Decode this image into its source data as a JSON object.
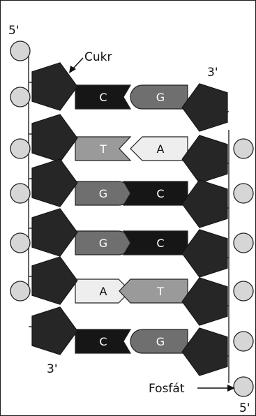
{
  "labels": {
    "left_top_end": "5'",
    "left_bottom_end": "3'",
    "right_top_end": "3'",
    "right_bottom_end": "5'",
    "sugar": "Cukr",
    "phosphate": "Fosfát"
  },
  "pairs": [
    {
      "left": "C",
      "right": "G"
    },
    {
      "left": "T",
      "right": "A"
    },
    {
      "left": "G",
      "right": "C"
    },
    {
      "left": "G",
      "right": "C"
    },
    {
      "left": "A",
      "right": "T"
    },
    {
      "left": "C",
      "right": "G"
    }
  ],
  "base_colors": {
    "C": "#161616",
    "G": "#6f6f6f",
    "T": "#9a9a9a",
    "A": "#eeeeee"
  },
  "colors": {
    "sugar": "#262626",
    "phosphate": "#d6d6d6",
    "backbone": "#333333"
  }
}
